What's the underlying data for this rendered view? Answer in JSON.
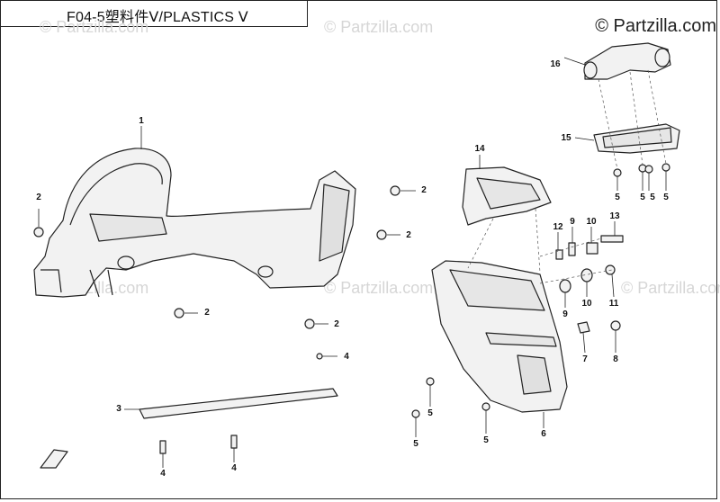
{
  "diagram": {
    "title": "F04-5塑料件Ⅴ/PLASTICS Ⅴ",
    "brand": "© Partzilla.com",
    "watermark_text": "© Partzilla.com",
    "line_color": "#222222",
    "fill_color": "#f2f2f2",
    "watermark_color": "#d6d6d6",
    "callouts": [
      "1",
      "2",
      "2",
      "2",
      "2",
      "2",
      "3",
      "4",
      "4",
      "4",
      "5",
      "5",
      "5",
      "5",
      "5",
      "5",
      "5",
      "6",
      "7",
      "8",
      "9",
      "9",
      "10",
      "10",
      "11",
      "12",
      "13",
      "14",
      "15",
      "16"
    ]
  }
}
